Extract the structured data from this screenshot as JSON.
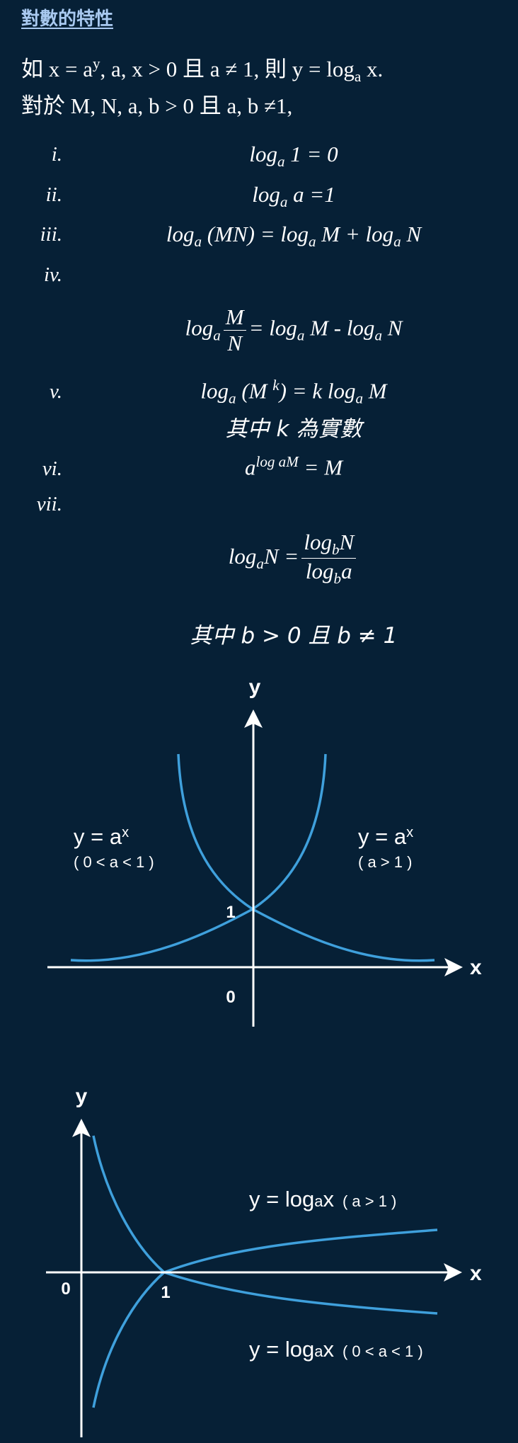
{
  "heading": "對數的特性",
  "intro": {
    "line1_a": "如 x = a",
    "line1_sup": "y",
    "line1_b": ", a, x > 0 且 a ≠ 1, 則 y = log",
    "line1_sub": "a",
    "line1_c": " x.",
    "line2": "對於 M, N, a, b > 0 且 a, b ≠1,"
  },
  "properties": {
    "i": {
      "num": "i.",
      "log": "log",
      "sub": "a",
      "rest": " 1 = 0"
    },
    "ii": {
      "num": "ii.",
      "log": "log",
      "sub": "a",
      "rest": " a =1"
    },
    "iii": {
      "num": "iii.",
      "p1": "log",
      "s1": "a",
      "p2": " (MN) = log",
      "s2": "a",
      "p3": " M + log",
      "s3": "a",
      "p4": " N"
    },
    "iv": {
      "num": "iv.",
      "p1": "log",
      "s1": "a",
      "frac_top": "M",
      "frac_bot": "N",
      "p2": "= log",
      "s2": "a",
      "p3": " M - log",
      "s3": "a",
      "p4": " N"
    },
    "v": {
      "num": "v.",
      "p1": "log",
      "s1": "a",
      "p2": " (M ",
      "sup": "k",
      "p3": ") = k log",
      "s2": "a",
      "p4": " M",
      "note": "其中 k 為實數"
    },
    "vi": {
      "num": "vi.",
      "base": "a",
      "sup": "log aM",
      "rest": " = M"
    },
    "vii": {
      "num": "vii.",
      "p1": "log",
      "s1": "a",
      "p2": "N =",
      "top_log": "log",
      "top_sub": "b",
      "top_rest": "N",
      "bot_log": "log",
      "bot_sub": "b",
      "bot_rest": "a",
      "note": "其中 b > 0 且 b ≠ 1"
    }
  },
  "graph1": {
    "y_label": "y",
    "x_label": "x",
    "one_label": "1",
    "zero_label": "0",
    "left_eq": "y = a",
    "left_sup": "x",
    "left_cond": "( 0 < a < 1 )",
    "right_eq": "y = a",
    "right_sup": "x",
    "right_cond": "( a > 1 )"
  },
  "graph2": {
    "y_label": "y",
    "x_label": "x",
    "zero_label": "0",
    "one_label": "1",
    "top_eq": "y = log",
    "top_sub": "a",
    "top_var": "x",
    "top_cond": "( a > 1 )",
    "bot_eq": "y = log",
    "bot_sub": "a",
    "bot_var": "x",
    "bot_cond": "( 0 < a < 1 )"
  },
  "colors": {
    "background": "#062036",
    "text": "#ffffff",
    "heading": "#a9c9f0",
    "curve": "#3fa0dc"
  }
}
